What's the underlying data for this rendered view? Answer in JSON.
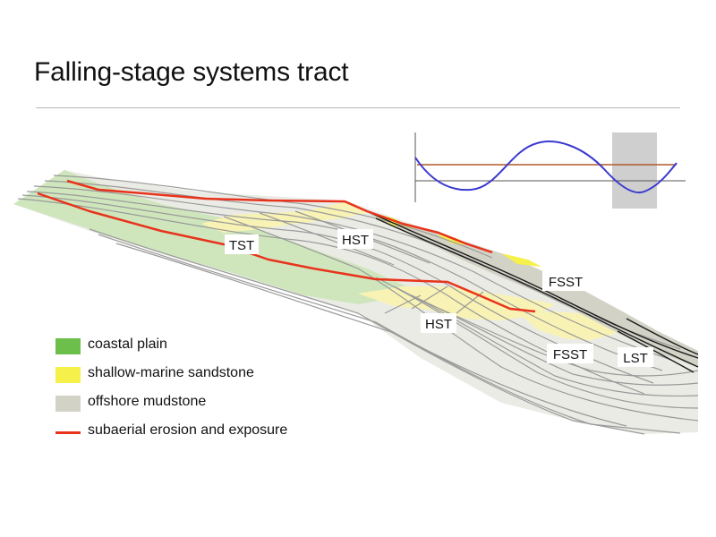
{
  "title": "Falling-stage systems tract",
  "labels": {
    "tst": "TST",
    "hst_upper": "HST",
    "hst_lower": "HST",
    "fsst_upper": "FSST",
    "fsst_lower": "FSST",
    "lst": "LST"
  },
  "legend": [
    {
      "label": "coastal plain",
      "color": "#6dbf4b"
    },
    {
      "label": "shallow-marine sandstone",
      "color": "#f5f04a"
    },
    {
      "label": "offshore mudstone",
      "color": "#d3d2c6"
    },
    {
      "label": "subaerial erosion and exposure",
      "color": "#e8331c"
    }
  ],
  "colors": {
    "coastal_plain_fill": "#cfe6bd",
    "sandstone_fill": "#f8f3b4",
    "mudstone_fill": "#ebebe6",
    "fsst_fill": "#d3d2c6",
    "erosion": "#e8331c",
    "curve": "#3a3ad0",
    "sea_level": "#b2592a",
    "highlight": "#cfcfcf"
  }
}
